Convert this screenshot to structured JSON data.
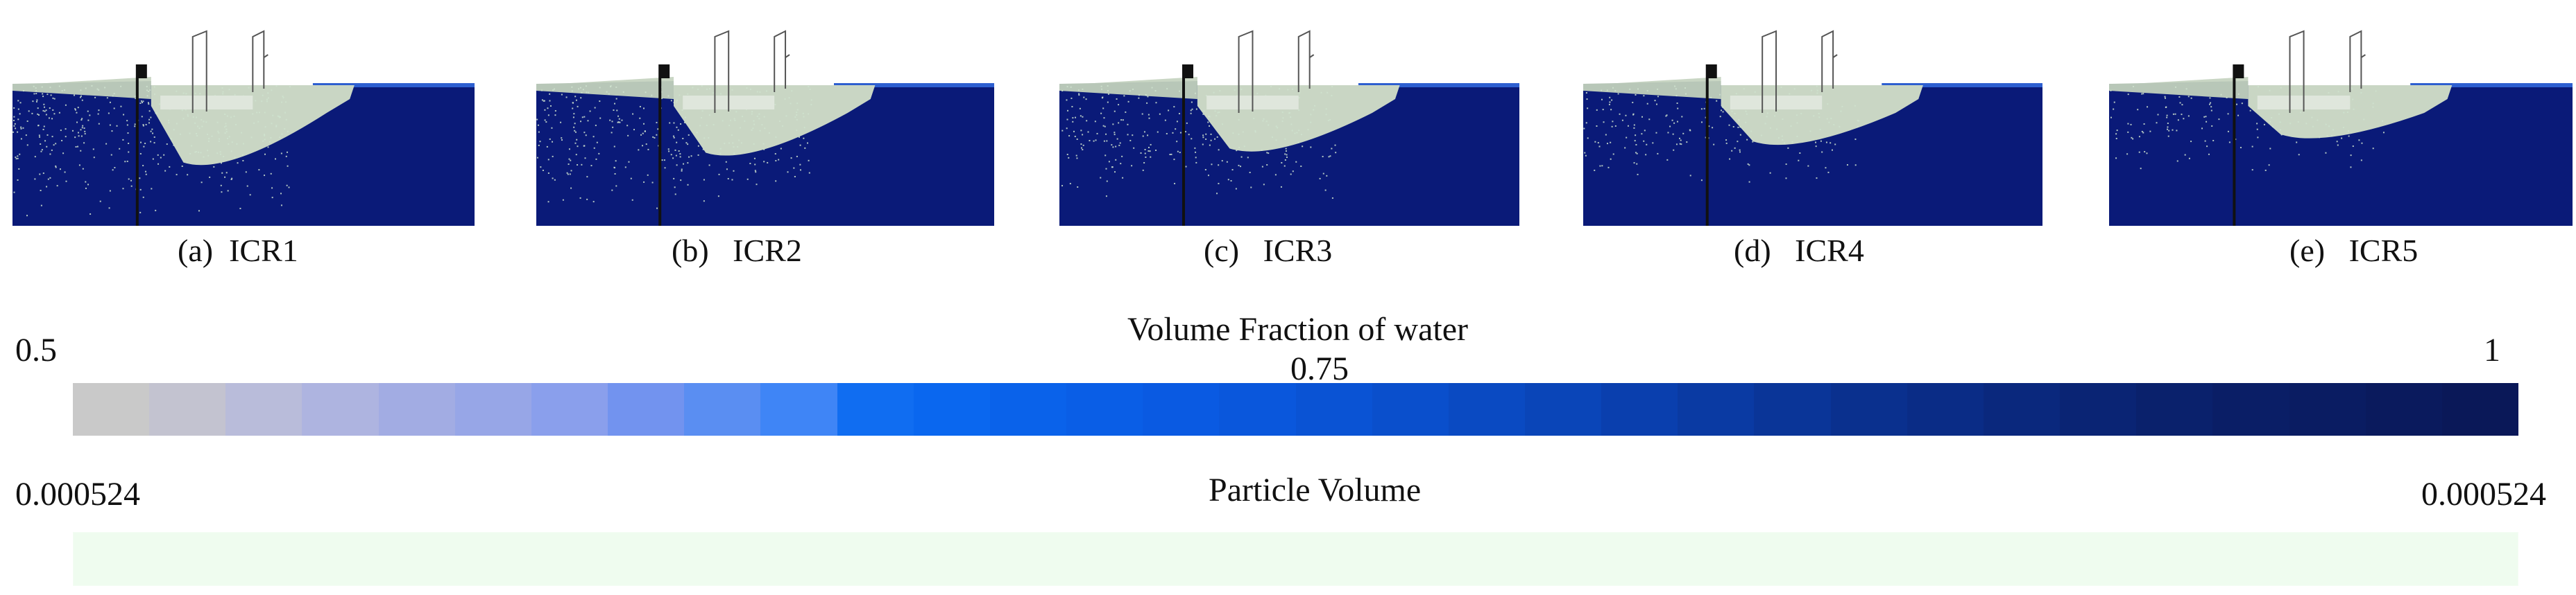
{
  "panels": [
    {
      "caption_letter": "(a)",
      "caption_name": "ICR1",
      "sediment_depth": 0.55,
      "spread": 1.0
    },
    {
      "caption_letter": "(b)",
      "caption_name": "ICR2",
      "sediment_depth": 0.48,
      "spread": 0.85
    },
    {
      "caption_letter": "(c)",
      "caption_name": "ICR3",
      "sediment_depth": 0.45,
      "spread": 0.75
    },
    {
      "caption_letter": "(d)",
      "caption_name": "ICR4",
      "sediment_depth": 0.4,
      "spread": 0.55
    },
    {
      "caption_letter": "(e)",
      "caption_name": "ICR5",
      "sediment_depth": 0.35,
      "spread": 0.4
    }
  ],
  "water_legend": {
    "title": "Volume Fraction of water",
    "min_label": "0.5",
    "mid_label": "0.75",
    "max_label": "1",
    "colors": [
      "#c9c9c9",
      "#c3c3d0",
      "#b9bcda",
      "#aeb4e0",
      "#a2ace3",
      "#97a6e7",
      "#8a9fec",
      "#7293ef",
      "#5a8ef2",
      "#3f85f6",
      "#106df1",
      "#0a67ef",
      "#0a62ea",
      "#0a5ee6",
      "#0a5ae2",
      "#0a57dc",
      "#0a53d4",
      "#0a4fcc",
      "#0a4ac2",
      "#0a45b8",
      "#0a3fae",
      "#0a3aa3",
      "#0a3598",
      "#0a308e",
      "#0a2c86",
      "#0a287d",
      "#0a2474",
      "#0a216c",
      "#0a1e66",
      "#0a1c62",
      "#0a1a5d",
      "#0a1858"
    ]
  },
  "particle_legend": {
    "title": "Particle Volume",
    "min_label": "0.000524",
    "max_label": "0.000524"
  }
}
